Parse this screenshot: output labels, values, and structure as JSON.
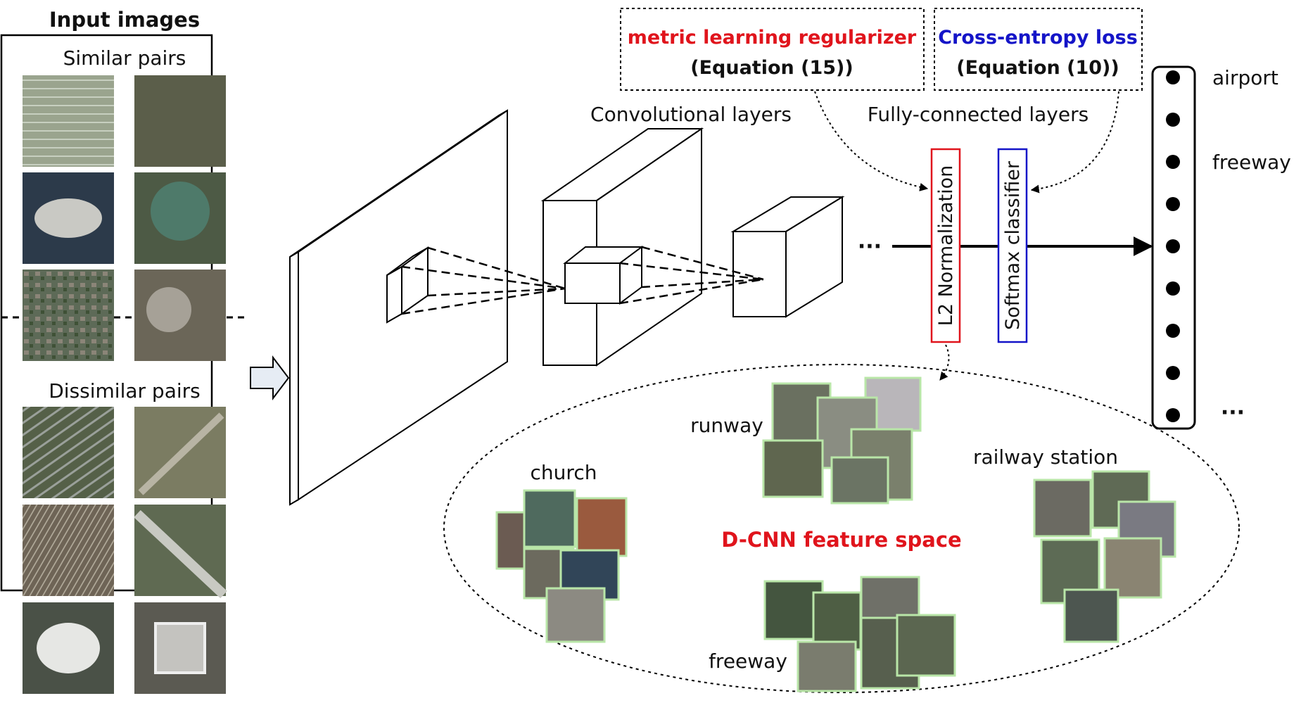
{
  "input_panel": {
    "title": "Input images",
    "similar_label": "Similar pairs",
    "dissimilar_label": "Dissimilar pairs"
  },
  "network": {
    "conv_label": "Convolutional layers",
    "fc_label": "Fully-connected layers",
    "ellipsis": "···",
    "l2_label": "L2 Normalization",
    "softmax_label": "Softmax classifier"
  },
  "losses": {
    "regularizer_title": "metric learning regularizer",
    "regularizer_eq": "(Equation (15))",
    "ce_title": "Cross-entropy loss",
    "ce_eq": "(Equation (10))"
  },
  "output": {
    "class_1": "airport",
    "class_2": "freeway",
    "ellipsis": "···"
  },
  "feature_space": {
    "title": "D-CNN feature space",
    "clusters": [
      "runway",
      "church",
      "railway station",
      "freeway"
    ]
  },
  "colors": {
    "regularizer": "#e0141c",
    "cross_entropy": "#1414c8",
    "feature_space_title": "#e0141c",
    "l2_box": "#e0141c",
    "softmax_box": "#1414c8",
    "thumb_border": "#b9e6a8",
    "input_arrow_fill": "#e6ecf4"
  }
}
